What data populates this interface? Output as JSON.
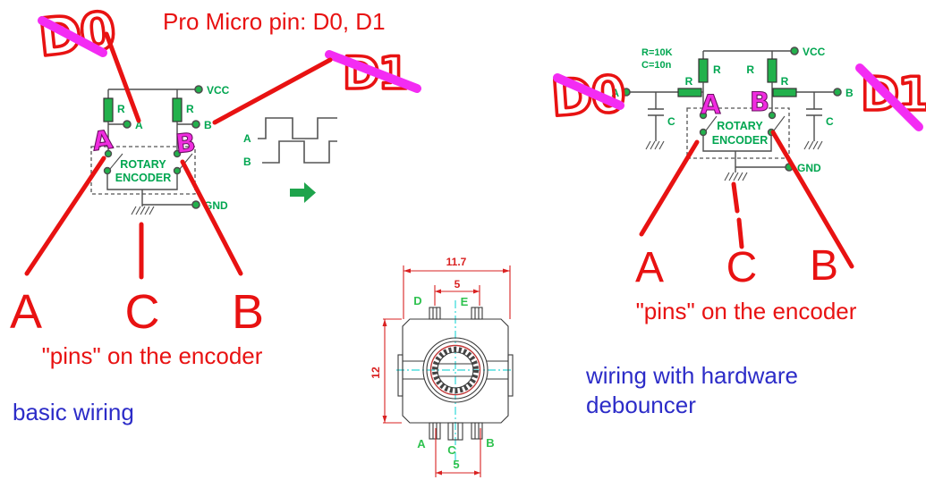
{
  "title": "Pro Micro pin: D0, D1",
  "annotations": {
    "d0": "D0",
    "d1": "D1",
    "a": "A",
    "b": "B",
    "c": "C",
    "pins_caption": "\"pins\" on the encoder",
    "left_caption": "basic wiring",
    "right_caption_1": "wiring with hardware",
    "right_caption_2": "debouncer"
  },
  "schematic": {
    "vcc": "VCC",
    "gnd": "GND",
    "r": "R",
    "c": "C",
    "a": "A",
    "b": "B",
    "rotary": "ROTARY",
    "encoder": "ENCODER",
    "r_value": "R=10K",
    "c_value": "C=10n"
  },
  "waveform": {
    "a": "A",
    "b": "B"
  },
  "drawing": {
    "dim_width": "11.7",
    "dim_top_span": "5",
    "dim_height": "12",
    "dim_bottom_span": "5",
    "pin_d": "D",
    "pin_e": "E",
    "pin_a": "A",
    "pin_c": "C",
    "pin_b": "B"
  },
  "colors": {
    "annotation_red": "#e81212",
    "strike_magenta": "#f32cf3",
    "schematic_green": "#00a650",
    "resistor_green": "#22b14c",
    "caption_blue": "#2c2cc8",
    "wire_gray": "#4d4d4d",
    "centerline_cyan": "#2fd8d8",
    "dimension_red": "#d92121"
  }
}
